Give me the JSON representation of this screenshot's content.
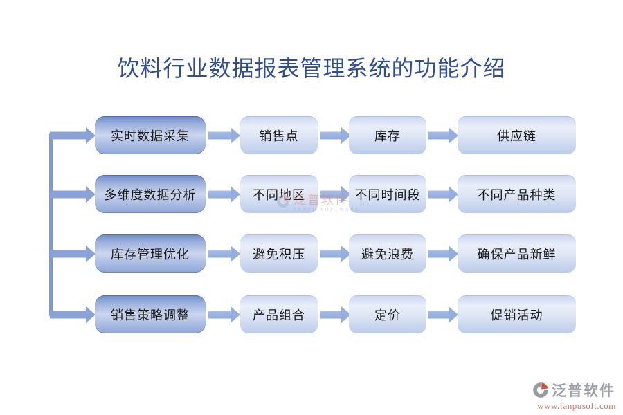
{
  "title": {
    "text": "饮料行业数据报表管理系统的功能介绍"
  },
  "diagram": {
    "rows": [
      {
        "label": "实时数据采集",
        "steps": [
          "销售点",
          "库存",
          "供应链"
        ]
      },
      {
        "label": "多维度数据分析",
        "steps": [
          "不同地区",
          "不同时间段",
          "不同产品种类"
        ]
      },
      {
        "label": "库存管理优化",
        "steps": [
          "避免积压",
          "避免浪费",
          "确保产品新鲜"
        ]
      },
      {
        "label": "销售策略调整",
        "steps": [
          "产品组合",
          "定价",
          "促销活动"
        ]
      }
    ]
  },
  "watermark": {
    "brand": "泛普软件",
    "subtitle": "FANPU SOFTWARE"
  },
  "footer": {
    "brand": "泛普软件",
    "url": "www.fanpusoft.com"
  },
  "colors": {
    "title_text": "#2E4D92",
    "box_primary_top": "#6C8CC8",
    "box_primary_mid": "#CBD5EE",
    "box_primary_bottom": "#8FA6D6",
    "box_light_top": "#E9EEF9",
    "box_light_bottom": "#BCCBEB",
    "arrow": "#93AEDF",
    "connector": "#7E9AD2",
    "box_text": "#1A1A1A",
    "footer_brand": "#9A9EA6",
    "footer_url": "#DC7460",
    "logo_gray": "#989CA4",
    "logo_red": "#D0543C"
  }
}
